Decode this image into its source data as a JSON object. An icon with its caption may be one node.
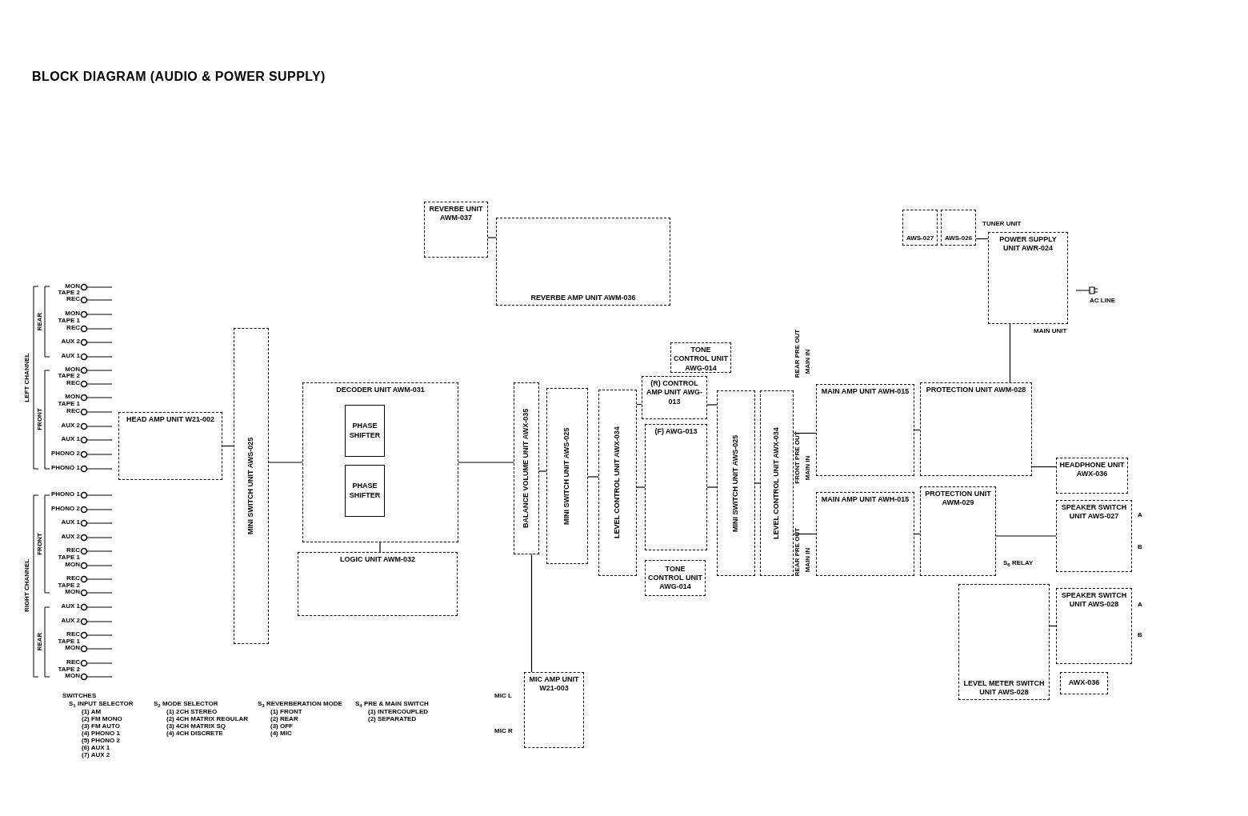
{
  "diagram": {
    "title": "BLOCK DIAGRAM (AUDIO & POWER SUPPLY)",
    "nodes": [
      {
        "text": [
          "HEAD AMP UNIT W21-002"
        ]
      },
      {
        "text": [
          "MINI SWITCH UNIT AWS-025"
        ]
      },
      {
        "text": [
          "DECODER UNIT AWM-031"
        ]
      },
      {
        "text": [
          "LOGIC UNIT AWM-032"
        ]
      },
      {
        "text": [
          "REVERBE UNIT AWM-037"
        ]
      },
      {
        "text": [
          "REVERBE AMP UNIT AWM-036"
        ]
      },
      {
        "text": [
          "BALANCE VOLUME UNIT AWX-035"
        ]
      },
      {
        "text": [
          "MINI SWITCH UNIT AWS-025"
        ]
      },
      {
        "text": [
          "LEVEL CONTROL UNIT AWX-034"
        ]
      },
      {
        "text": [
          "(R) CONTROL AMP UNIT AWG-013"
        ]
      },
      {
        "text": [
          "(F) AWG-013"
        ]
      },
      {
        "text": [
          "TONE CONTROL UNIT AWG-014"
        ]
      },
      {
        "text": [
          "TONE CONTROL UNIT AWG-014"
        ]
      },
      {
        "text": [
          "MINI SWITCH UNIT AWS-025"
        ]
      },
      {
        "text": [
          "LEVEL CONTROL UNIT AWX-034"
        ]
      },
      {
        "text": [
          "MAIN AMP UNIT AWH-015"
        ]
      },
      {
        "text": [
          "MAIN AMP UNIT AWH-015"
        ]
      },
      {
        "text": [
          "PROTECTION UNIT AWM-028"
        ]
      },
      {
        "text": [
          "PROTECTION UNIT AWM-029"
        ]
      },
      {
        "text": [
          "POWER SUPPLY UNIT AWR-024"
        ],
        "beside": [
          "MAIN UNIT"
        ]
      },
      {
        "text": [
          "AWS-027"
        ]
      },
      {
        "text": [
          "AWS-026"
        ]
      },
      {
        "text": [
          "HEADPHONE UNIT AWX-036"
        ]
      },
      {
        "text": [
          "SPEAKER SWITCH UNIT AWS-027"
        ],
        "beside": [
          "A",
          "B"
        ]
      },
      {
        "text": [
          "SPEAKER SWITCH UNIT AWS-028"
        ],
        "beside": [
          "A",
          "B"
        ]
      },
      {
        "text": [
          "LEVEL METER SWITCH UNIT AWS-028"
        ]
      },
      {
        "text": [
          "AWX-036"
        ]
      },
      {
        "text": [
          "MIC AMP UNIT W21-003"
        ]
      },
      {
        "text": [
          "PHASE SHIFTER"
        ],
        "in": 2
      },
      {
        "text": [
          "PHASE SHIFTER"
        ],
        "in": 2
      }
    ],
    "edges": [
      {
        "from": 0,
        "to": 1,
        "arrow": "none"
      },
      {
        "from": 1,
        "to": 2,
        "arrow": "none"
      },
      {
        "from": 2,
        "to": 6,
        "arrow": "none"
      },
      {
        "from": 2,
        "to": 3,
        "arrow": "none"
      },
      {
        "from": 4,
        "to": 5,
        "arrow": "none"
      },
      {
        "from": 6,
        "to": 7,
        "arrow": "none"
      },
      {
        "from": 7,
        "to": 8,
        "arrow": "none"
      },
      {
        "from": 8,
        "to": 9,
        "arrow": "none"
      },
      {
        "from": 8,
        "to": 10,
        "arrow": "none"
      },
      {
        "from": 9,
        "to": 13,
        "arrow": "none"
      },
      {
        "from": 10,
        "to": 13,
        "arrow": "none"
      },
      {
        "from": 13,
        "to": 14,
        "arrow": "none"
      },
      {
        "from": 14,
        "to": 15,
        "arrow": "none"
      },
      {
        "from": 14,
        "to": 16,
        "arrow": "none"
      },
      {
        "from": 15,
        "to": 17,
        "arrow": "none"
      },
      {
        "from": 16,
        "to": 18,
        "arrow": "none"
      },
      {
        "from": 17,
        "to": 22,
        "arrow": "none"
      },
      {
        "from": 18,
        "to": 23,
        "arrow": "none"
      },
      {
        "from": 19,
        "to": 17,
        "arrow": "none"
      },
      {
        "from": 27,
        "to": 6,
        "arrow": "none"
      },
      {
        "from": 21,
        "to": 19,
        "arrow": "none"
      },
      {
        "from": 25,
        "to": 24,
        "arrow": "none"
      }
    ],
    "labels": [
      "MON",
      "TAPE 2",
      "REC",
      "MON",
      "TAPE 1",
      "REC",
      "AUX 2",
      "AUX 1",
      "MON",
      "TAPE 2",
      "REC",
      "MON",
      "TAPE 1",
      "REC",
      "AUX 2",
      "AUX 1",
      "PHONO 2",
      "PHONO 1",
      "PHONO 1",
      "PHONO 2",
      "AUX 1",
      "AUX 2",
      "REC",
      "TAPE 1",
      "MON",
      "REC",
      "TAPE 2",
      "MON",
      "AUX 1",
      "AUX 2",
      "REC",
      "TAPE 1",
      "MON",
      "REC",
      "TAPE 2",
      "MON",
      "LEFT CHANNEL",
      "REAR",
      "FRONT",
      "RIGHT CHANNEL",
      "FRONT",
      "REAR",
      "SWITCHES",
      "S$_{1}$ INPUT SELECTOR",
      "(1) AM",
      "(2) FM MONO",
      "(3) FM AUTO",
      "(4) PHONO 1",
      "(5) PHONO 2",
      "(6) AUX 1",
      "(7) AUX 2",
      "S$_{2}$ MODE SELECTOR",
      "(1) 2CH STEREO",
      "(2) 4CH MATRIX REGULAR",
      "(3) 4CH MATRIX SQ",
      "(4) 4CH DISCRETE",
      "S$_{3}$ REVERBERATION MODE",
      "(1) FRONT",
      "(2) REAR",
      "(3) OFF",
      "(4) MIC",
      "S$_{4}$ PRE & MAIN SWITCH",
      "(1) INTERCOUPLED",
      "(2) SEPARATED",
      "AC LINE",
      "TUNER UNIT",
      "REAR PRE OUT",
      "MAIN IN",
      "FRONT PRE OUT",
      "MAIN IN",
      "REAR PRE OUT",
      "MAIN IN",
      "S$_{6}$ RELAY",
      "MIC L",
      "MIC R"
    ]
  }
}
